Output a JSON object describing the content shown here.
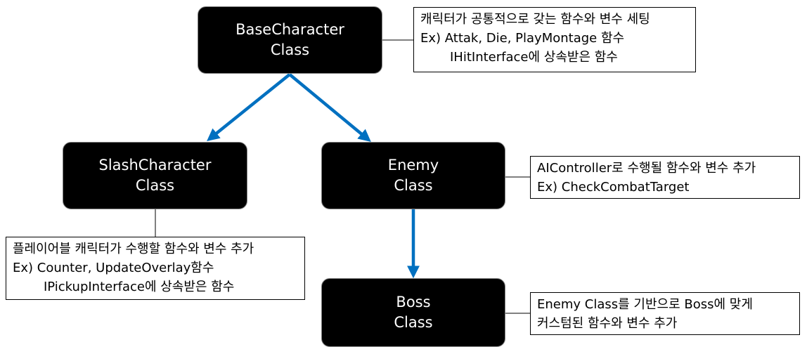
{
  "nodes": {
    "base": {
      "line1": "BaseCharacter",
      "line2": "Class"
    },
    "slash": {
      "line1": "SlashCharacter",
      "line2": "Class"
    },
    "enemy": {
      "line1": "Enemy",
      "line2": "Class"
    },
    "boss": {
      "line1": "Boss",
      "line2": "Class"
    }
  },
  "notes": {
    "base": [
      "캐릭터가 공통적으로 갖는 함수와 변수 세팅",
      "Ex) Attak, Die, PlayMontage 함수",
      "IHitInterface에 상속받은 함수"
    ],
    "enemy": [
      "AIController로 수행될 함수와 변수 추가",
      "Ex) CheckCombatTarget"
    ],
    "slash": [
      "플레이어블 캐릭터가 수행할 함수와 변수 추가",
      "Ex) Counter, UpdateOverlay함수",
      "IPickupInterface에 상속받은 함수"
    ],
    "boss": [
      "Enemy Class를 기반으로 Boss에 맞게",
      "커스텀된 함수와 변수 추가"
    ]
  },
  "colors": {
    "arrow": "#0070c0",
    "node_fill": "#000000",
    "node_text": "#ffffff",
    "connector": "#000000"
  }
}
